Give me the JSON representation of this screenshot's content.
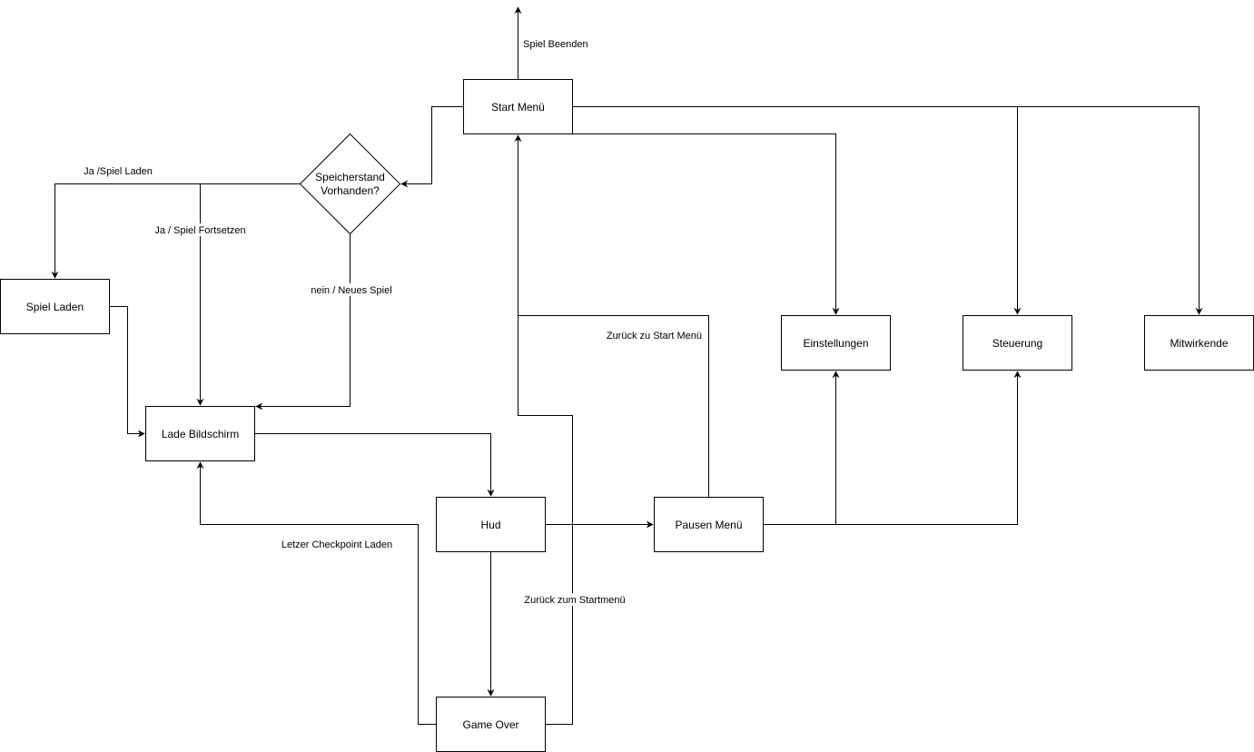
{
  "diagram": {
    "type": "flowchart",
    "colors": {
      "stroke": "#000000",
      "fill": "#ffffff",
      "text": "#000000"
    },
    "nodes": [
      {
        "id": "start_menu",
        "label": "Start Menü",
        "shape": "rect"
      },
      {
        "id": "save_exists",
        "label": [
          "Speicherstand",
          "Vorhanden?"
        ],
        "shape": "diamond"
      },
      {
        "id": "spiel_laden",
        "label": "Spiel Laden",
        "shape": "rect"
      },
      {
        "id": "lade_bildschirm",
        "label": "Lade Bildschirm",
        "shape": "rect"
      },
      {
        "id": "hud",
        "label": "Hud",
        "shape": "rect"
      },
      {
        "id": "pausen_menu",
        "label": "Pausen Menü",
        "shape": "rect"
      },
      {
        "id": "game_over",
        "label": "Game Over",
        "shape": "rect"
      },
      {
        "id": "einstellungen",
        "label": "Einstellungen",
        "shape": "rect"
      },
      {
        "id": "steuerung",
        "label": "Steuerung",
        "shape": "rect"
      },
      {
        "id": "mitwirkende",
        "label": "Mitwirkende",
        "shape": "rect"
      }
    ],
    "edges": [
      {
        "from": "start_menu",
        "to": "exit",
        "label": "Spiel Beenden"
      },
      {
        "from": "start_menu",
        "to": "save_exists",
        "label": ""
      },
      {
        "from": "start_menu",
        "to": "einstellungen",
        "label": ""
      },
      {
        "from": "start_menu",
        "to": "steuerung",
        "label": ""
      },
      {
        "from": "start_menu",
        "to": "mitwirkende",
        "label": ""
      },
      {
        "from": "save_exists",
        "to": "spiel_laden",
        "label": "Ja /Spiel Laden"
      },
      {
        "from": "save_exists",
        "to": "lade_bildschirm",
        "label": "Ja / Spiel Fortsetzen"
      },
      {
        "from": "save_exists",
        "to": "lade_bildschirm",
        "label": "nein / Neues Spiel"
      },
      {
        "from": "spiel_laden",
        "to": "lade_bildschirm",
        "label": ""
      },
      {
        "from": "lade_bildschirm",
        "to": "hud",
        "label": ""
      },
      {
        "from": "hud",
        "to": "pausen_menu",
        "label": ""
      },
      {
        "from": "hud",
        "to": "game_over",
        "label": ""
      },
      {
        "from": "pausen_menu",
        "to": "start_menu",
        "label": "Zurück zu Start Menü"
      },
      {
        "from": "pausen_menu",
        "to": "einstellungen",
        "label": ""
      },
      {
        "from": "pausen_menu",
        "to": "steuerung",
        "label": ""
      },
      {
        "from": "game_over",
        "to": "lade_bildschirm",
        "label": "Letzer Checkpoint Laden"
      },
      {
        "from": "game_over",
        "to": "start_menu",
        "label": "Zurück zum Startmenü"
      }
    ]
  }
}
